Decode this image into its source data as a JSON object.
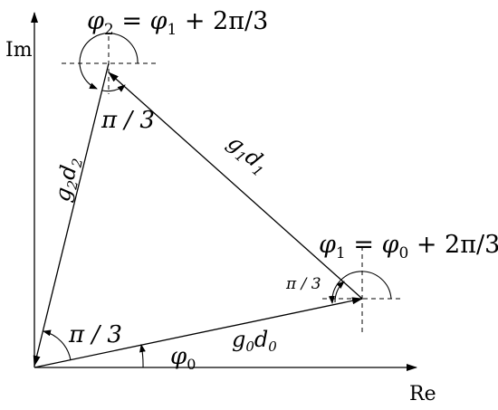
{
  "axes": {
    "im_label": "Im",
    "re_label": "Re"
  },
  "vectors": {
    "g0d0": {
      "g": "g",
      "g_sub": "0",
      "d": "d",
      "d_sub": "0"
    },
    "g1d1": {
      "g": "g",
      "g_sub": "1",
      "d": "d",
      "d_sub": "1"
    },
    "g2d2": {
      "g": "g",
      "g_sub": "2",
      "d": "d",
      "d_sub": "2"
    }
  },
  "angles": {
    "phi0": {
      "sym": "φ",
      "sub": "0"
    },
    "pi3_origin": "π / 3",
    "pi3_top": "π / 3",
    "pi3_right": "π / 3"
  },
  "equations": {
    "phi1": {
      "lhs": "φ",
      "lhs_sub": "1",
      "op": " = ",
      "rhs": "φ",
      "rhs_sub": "0",
      "tail": " + 2π/3"
    },
    "phi2": {
      "lhs": "φ",
      "lhs_sub": "2",
      "op": " = ",
      "rhs": "φ",
      "rhs_sub": "1",
      "tail": " + 2π/3"
    }
  },
  "colors": {
    "ink": "#000000",
    "background": "#ffffff"
  }
}
